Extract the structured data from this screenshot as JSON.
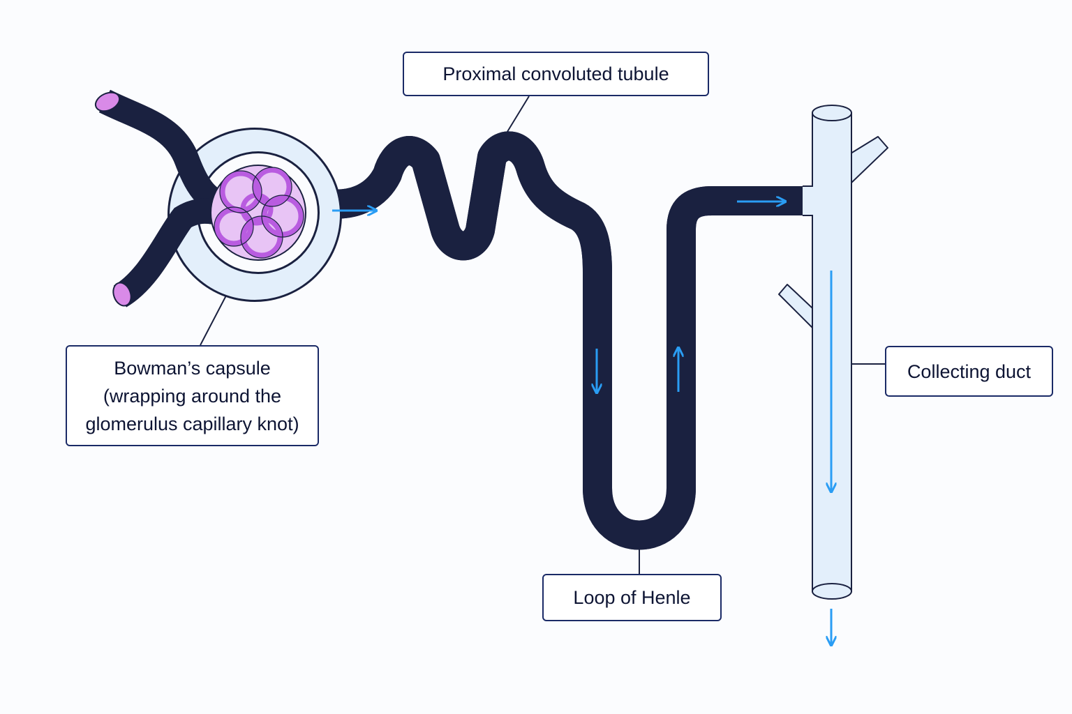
{
  "labels": {
    "proximal_convoluted_tubule": "Proximal convoluted tubule",
    "bowmans_capsule": {
      "line1": "Bowman’s capsule",
      "line2": "(wrapping around the",
      "line3": "glomerulus capillary knot)"
    },
    "collecting_duct": "Collecting duct",
    "loop_of_henle": "Loop of Henle"
  },
  "colors": {
    "tubule_fill": "#e3effb",
    "outline": "#1a2140",
    "capillary": "#d98ae8",
    "glomerulus_knot": "#b95ce0",
    "flow_arrow": "#2a9df4",
    "label_border": "#1a2a66",
    "background": "#fbfcfe"
  },
  "flow_direction_icon": "arrow-icon"
}
